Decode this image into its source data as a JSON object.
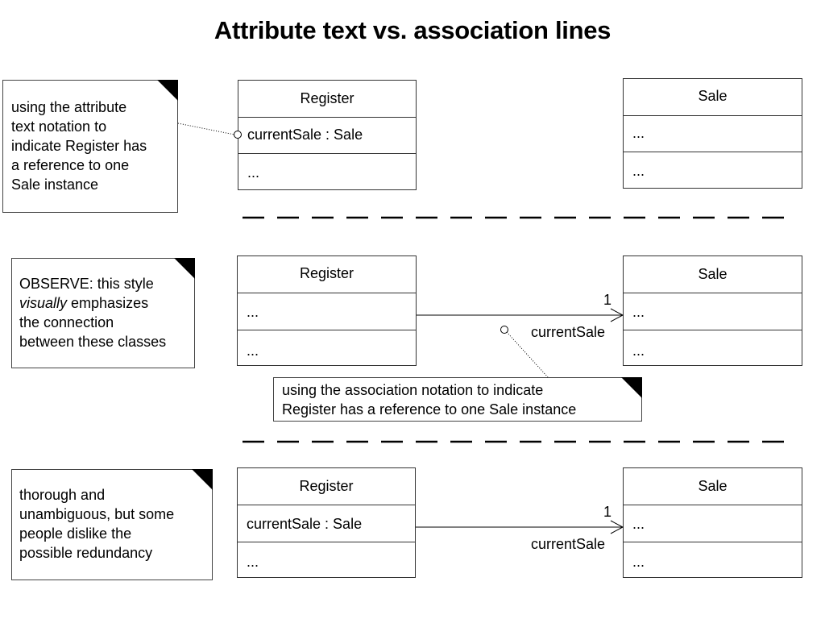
{
  "title": "Attribute text vs. association lines",
  "notes": {
    "attribute": [
      "using the attribute",
      "text notation to",
      "indicate Register has",
      "a reference to one",
      "Sale instance"
    ],
    "observe": {
      "line1": "OBSERVE: this style",
      "line2_italic": "visually",
      "line2_rest": " emphasizes",
      "line3": "the connection",
      "line4": "between these classes"
    },
    "association": [
      "using the association notation to indicate",
      "Register has a reference to one Sale instance"
    ],
    "thorough": [
      "thorough and",
      "unambiguous, but some",
      "people dislike the",
      "possible redundancy"
    ]
  },
  "section1": {
    "register": {
      "name": "Register",
      "attr": "currentSale : Sale",
      "ops": "..."
    },
    "sale": {
      "name": "Sale",
      "attr": "...",
      "ops": "..."
    }
  },
  "section2": {
    "register": {
      "name": "Register",
      "attr": "...",
      "ops": "..."
    },
    "sale": {
      "name": "Sale",
      "attr": "...",
      "ops": "..."
    },
    "multiplicity": "1",
    "role": "currentSale"
  },
  "section3": {
    "register": {
      "name": "Register",
      "attr": "currentSale : Sale",
      "ops": "..."
    },
    "sale": {
      "name": "Sale",
      "attr": "...",
      "ops": "..."
    },
    "multiplicity": "1",
    "role": "currentSale"
  }
}
